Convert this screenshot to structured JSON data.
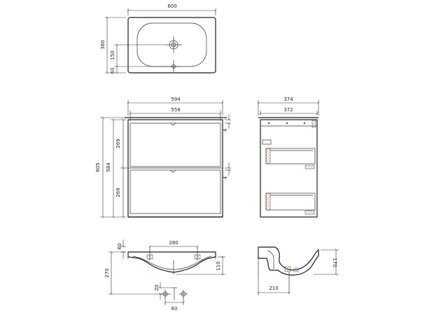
{
  "views": {
    "top": {
      "width": "600",
      "depth": "380",
      "tap_offset": "150",
      "edge": "60"
    },
    "front": {
      "outer_width": "594",
      "inner_width": "558",
      "height": "605",
      "body_height": "584",
      "drawer_height_upper": "269",
      "drawer_height_lower": "269",
      "gap_top": "4",
      "gap_mid": "4"
    },
    "side": {
      "outer_depth": "374",
      "inner_depth": "372"
    },
    "basin_section": {
      "bowl_width": "280",
      "rim": "60",
      "total_height": "270",
      "bowl_depth": "110"
    },
    "mount": {
      "offset": "20",
      "spacing": "80"
    },
    "basin_profile": {
      "height": "170",
      "depth": "210"
    }
  },
  "colors": {
    "line": "#1a1a1a",
    "dimension": "#333333",
    "hatch_fill": "#b87040"
  }
}
